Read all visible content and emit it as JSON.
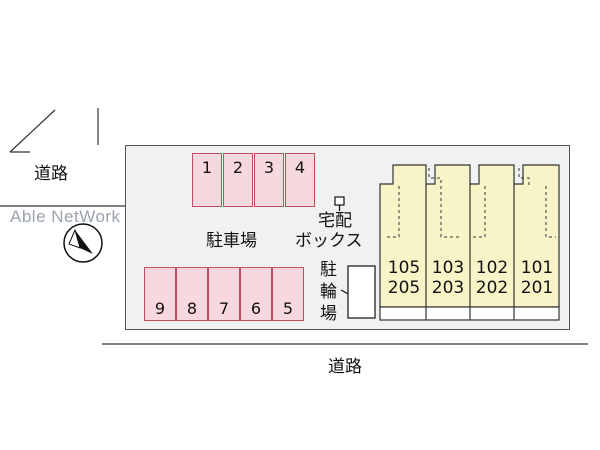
{
  "roads": {
    "top_left": "道路",
    "bottom": "道路"
  },
  "watermark": "Able NetWork",
  "parking": {
    "label": "駐車場",
    "top_row": [
      "1",
      "2",
      "3",
      "4"
    ],
    "bottom_row": [
      "9",
      "8",
      "7",
      "6",
      "5"
    ]
  },
  "delivery_box": {
    "line1": "宅配",
    "line2": "ボックス"
  },
  "bicycle_parking": {
    "chars": [
      "駐",
      "輪",
      "場"
    ]
  },
  "units": [
    {
      "upper": "105",
      "lower": "205"
    },
    {
      "upper": "103",
      "lower": "203"
    },
    {
      "upper": "102",
      "lower": "202"
    },
    {
      "upper": "101",
      "lower": "201"
    }
  ],
  "colors": {
    "stall_fill": "#f8d8df",
    "stall_border": "#c0505f",
    "building_fill": "#f7f4c8",
    "lot_fill": "#f1f1f1"
  },
  "icons": {
    "compass": "north-arrow-icon",
    "delivery_box": "delivery-box-icon"
  }
}
